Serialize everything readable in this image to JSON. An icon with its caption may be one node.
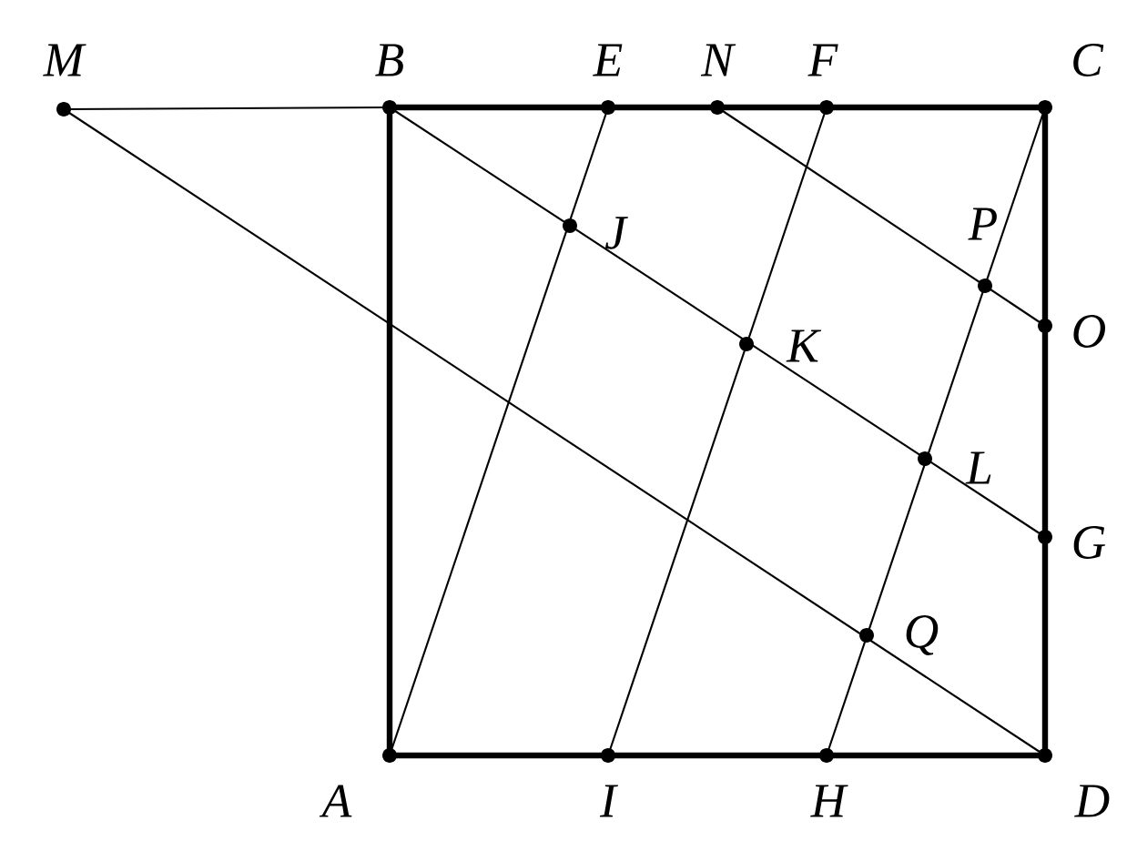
{
  "diagram": {
    "nodes": [
      {
        "text": [
          "M"
        ]
      },
      {
        "text": [
          "B"
        ]
      },
      {
        "text": [
          "E"
        ]
      },
      {
        "text": [
          "N"
        ]
      },
      {
        "text": [
          "F"
        ]
      },
      {
        "text": [
          "C"
        ]
      },
      {
        "text": [
          "J"
        ]
      },
      {
        "text": [
          "P"
        ]
      },
      {
        "text": [
          "O"
        ]
      },
      {
        "text": [
          "K"
        ]
      },
      {
        "text": [
          "L"
        ]
      },
      {
        "text": [
          "G"
        ]
      },
      {
        "text": [
          "Q"
        ]
      },
      {
        "text": [
          "A"
        ]
      },
      {
        "text": [
          "I"
        ]
      },
      {
        "text": [
          "H"
        ]
      },
      {
        "text": [
          "D"
        ]
      }
    ],
    "edges": [
      {
        "from": 0,
        "to": 1,
        "arrow": "none"
      },
      {
        "from": 1,
        "to": 5,
        "arrow": "none",
        "style": "thick"
      },
      {
        "from": 5,
        "to": 16,
        "arrow": "none",
        "style": "thick"
      },
      {
        "from": 16,
        "to": 13,
        "arrow": "none",
        "style": "thick"
      },
      {
        "from": 13,
        "to": 1,
        "arrow": "none",
        "style": "thick"
      },
      {
        "from": 0,
        "to": 16,
        "arrow": "none"
      },
      {
        "from": 1,
        "to": 11,
        "arrow": "none"
      },
      {
        "from": 3,
        "to": 8,
        "arrow": "none"
      },
      {
        "from": 13,
        "to": 2,
        "arrow": "none"
      },
      {
        "from": 14,
        "to": 4,
        "arrow": "none"
      },
      {
        "from": 15,
        "to": 5,
        "arrow": "none"
      }
    ]
  }
}
